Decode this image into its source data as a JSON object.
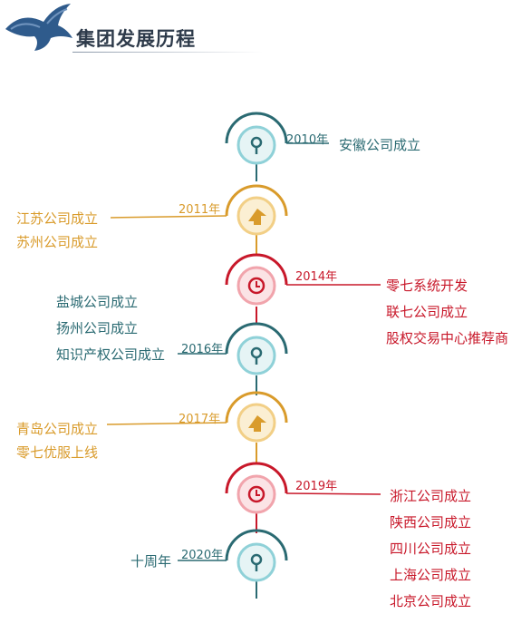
{
  "header": {
    "title": "集团发展历程"
  },
  "colors": {
    "teal": "#2a6a72",
    "gold": "#d99b2b",
    "red": "#c8182a"
  },
  "milestones": [
    {
      "year": "2010年",
      "style": "teal",
      "icon": "pin-icon",
      "items": [
        "安徽公司成立"
      ]
    },
    {
      "year": "2011年",
      "style": "gold",
      "icon": "arrow-icon",
      "items": [
        "江苏公司成立",
        "苏州公司成立"
      ]
    },
    {
      "year": "2014年",
      "style": "red",
      "icon": "clock-icon",
      "items": [
        "零七系统开发",
        "联七公司成立",
        "股权交易中心推荐商"
      ]
    },
    {
      "year": "2016年",
      "style": "teal",
      "icon": "pin-icon",
      "items": [
        "盐城公司成立",
        "扬州公司成立",
        "知识产权公司成立"
      ]
    },
    {
      "year": "2017年",
      "style": "gold",
      "icon": "arrow-icon",
      "items": [
        "青岛公司成立",
        "零七优服上线"
      ]
    },
    {
      "year": "2019年",
      "style": "red",
      "icon": "clock-icon",
      "items": [
        "浙江公司成立",
        "陕西公司成立",
        "四川公司成立",
        "上海公司成立",
        "北京公司成立"
      ]
    },
    {
      "year": "2020年",
      "style": "teal",
      "icon": "pin-icon",
      "items": [
        "十周年"
      ]
    }
  ]
}
